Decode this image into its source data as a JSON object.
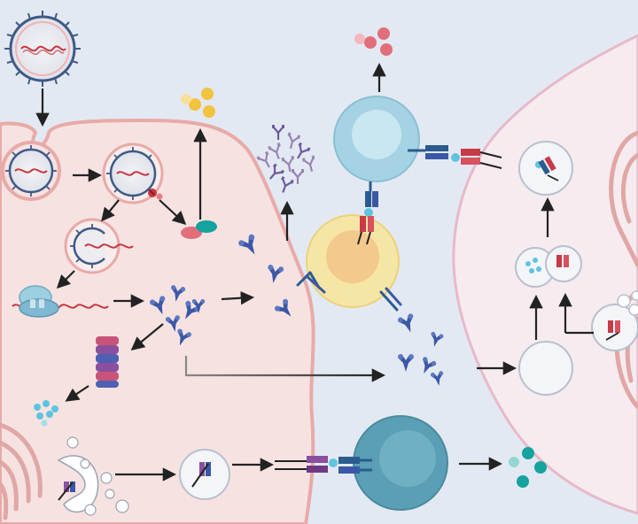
{
  "colors": {
    "background": "#e3e9f2",
    "cell_left": "#f6e3e1",
    "cell_left_edge": "#e8aaa8",
    "cell_right": "#f6ebee",
    "cell_right_edge": "#e7b9ca",
    "virus_spike": "#3f5a86",
    "rna": "#c8373f",
    "antigen_blue": "#3b58a6",
    "antibody_violet": "#9a83b5",
    "t_cell": "#a5d3e3",
    "b_cell": "#f6e6a6",
    "plasma_cell": "#5a9fb5",
    "cytokine_red": "#e16f7a",
    "cytokine_yellow": "#f2c33f",
    "cytokine_teal": "#14a39e",
    "peptide_cyan": "#5ec4e0",
    "proteasome": "#8a4f9e",
    "tcr_blue": "#2a5c8f",
    "mhc_red": "#c73a48",
    "arrow": "#222222"
  },
  "icons": [
    "virus-particle",
    "endosome",
    "ribosome",
    "mrna-strand",
    "proteasome",
    "antigen-protein",
    "antibody",
    "t-cell",
    "b-cell",
    "mhc-complex",
    "cytokine",
    "peptide",
    "golgi",
    "mitochondrion"
  ]
}
